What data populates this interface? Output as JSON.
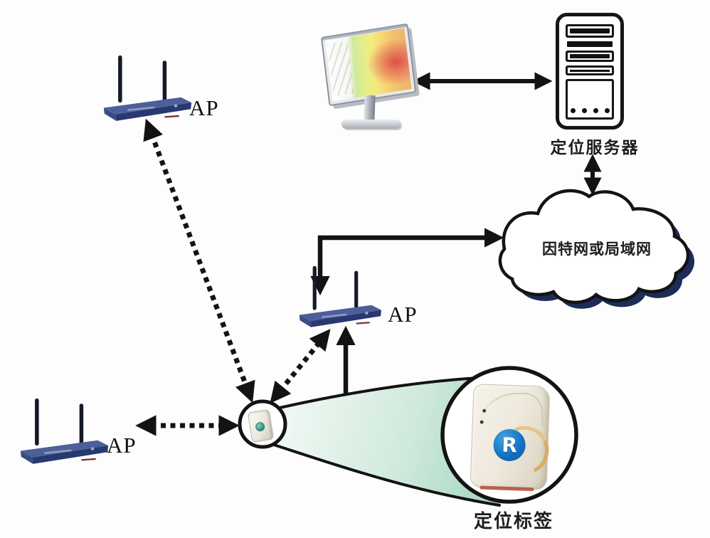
{
  "labels": {
    "ap1": "AP",
    "ap2": "AP",
    "ap3": "AP",
    "server": "定位服务器",
    "cloud": "因特网或局域网",
    "tag": "定位标签",
    "tag_logo": "R"
  },
  "nodes": [
    {
      "id": "ap-top-left",
      "kind": "wireless-access-point",
      "label": "AP"
    },
    {
      "id": "ap-middle",
      "kind": "wireless-access-point",
      "label": "AP"
    },
    {
      "id": "ap-bottom-left",
      "kind": "wireless-access-point",
      "label": "AP"
    },
    {
      "id": "monitor",
      "kind": "computer-with-signal-heatmap"
    },
    {
      "id": "server",
      "kind": "server-tower",
      "label": "定位服务器"
    },
    {
      "id": "cloud",
      "kind": "network-cloud",
      "label": "因特网或局域网"
    },
    {
      "id": "tag",
      "kind": "location-tag",
      "label": "定位标签",
      "logo_letter": "R"
    }
  ],
  "connections": [
    {
      "from": "monitor",
      "to": "server",
      "style": "solid",
      "bidirectional": true
    },
    {
      "from": "server",
      "to": "cloud",
      "style": "solid",
      "bidirectional": true
    },
    {
      "from": "cloud",
      "to": "ap-middle",
      "style": "solid",
      "bidirectional": true
    },
    {
      "from": "ap-middle",
      "to": "tag",
      "style": "solid",
      "bidirectional": true
    },
    {
      "from": "ap-top-left",
      "to": "tag",
      "style": "dotted",
      "bidirectional": true
    },
    {
      "from": "ap-middle",
      "to": "tag",
      "style": "dotted",
      "bidirectional": true
    },
    {
      "from": "ap-bottom-left",
      "to": "tag",
      "style": "dotted",
      "bidirectional": true
    }
  ],
  "colors": {
    "line": "#131313",
    "cloud_shadow": "#1d2c55",
    "cone_teal": "#8ccbb4",
    "ap_body": "#2c3e75",
    "logo_blue": "#1273c2",
    "logo_arc": "#dcaa62",
    "heat_red": "#de4648",
    "tag_shell": "#ece7db"
  }
}
